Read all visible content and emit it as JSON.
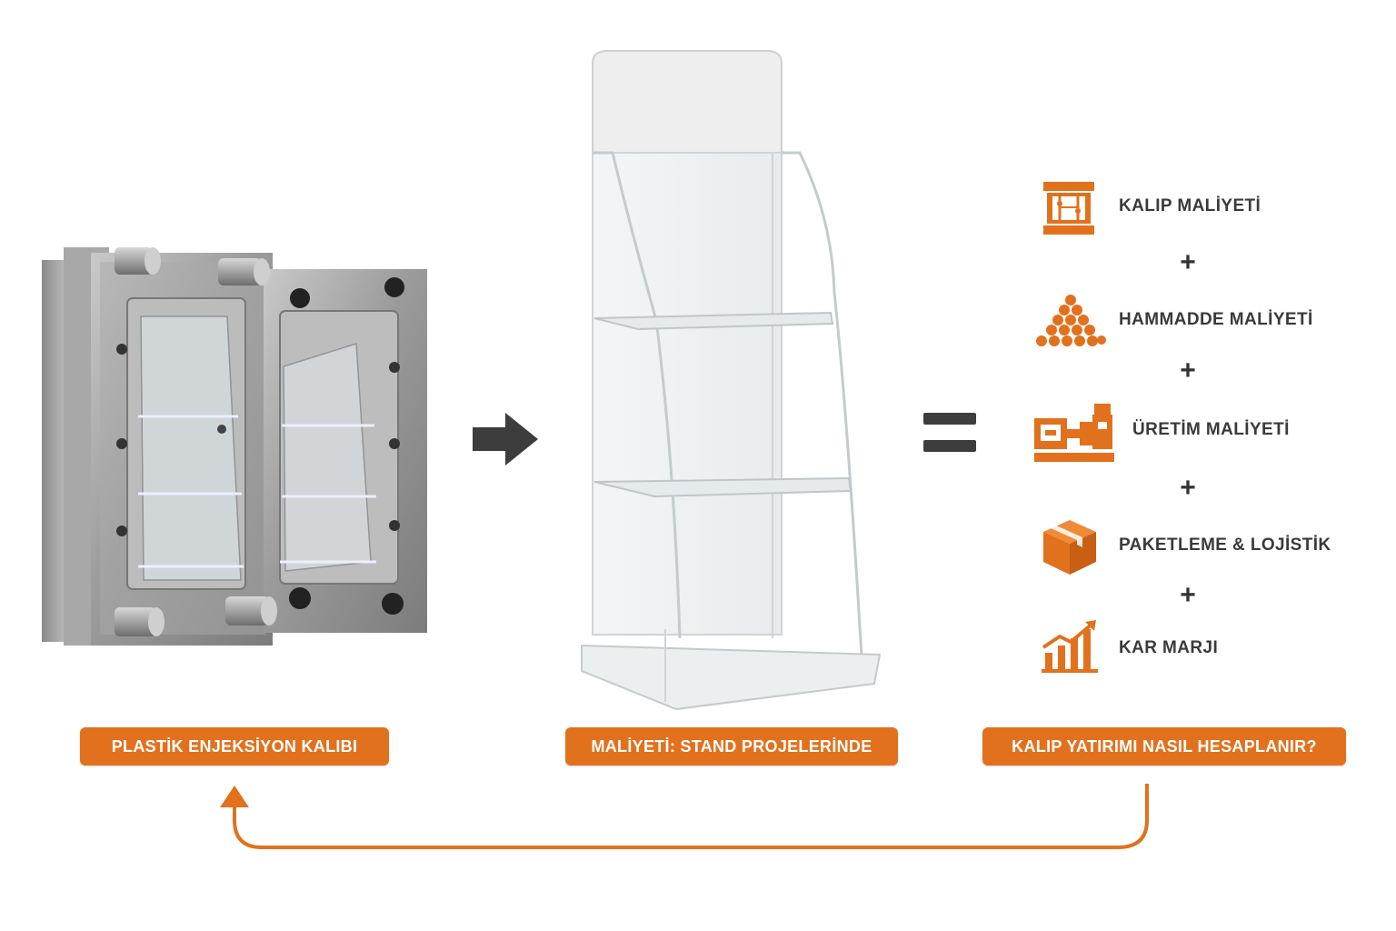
{
  "labels": {
    "mold": "PLASTİK ENJEKSİYON KALIBI",
    "stand": "MALİYETİ: STAND PROJELERİNDE",
    "question": "KALIP YATIRIMI NASIL HESAPLANIR?"
  },
  "cost_items": [
    {
      "label": "KALIP MALİYETİ",
      "icon": "mold-icon"
    },
    {
      "label": "HAMMADDE MALİYETİ",
      "icon": "raw-material-pellets-icon"
    },
    {
      "label": "ÜRETİM MALİYETİ",
      "icon": "injection-machine-icon"
    },
    {
      "label": "PAKETLEME & LOJİSTİK",
      "icon": "package-box-icon"
    },
    {
      "label": "KAR MARJI",
      "icon": "growth-chart-icon"
    }
  ],
  "operators": {
    "plus": "+"
  },
  "colors": {
    "accent": "#e2711d",
    "text": "#3a3a3a",
    "arrow": "#3d3d3d"
  }
}
